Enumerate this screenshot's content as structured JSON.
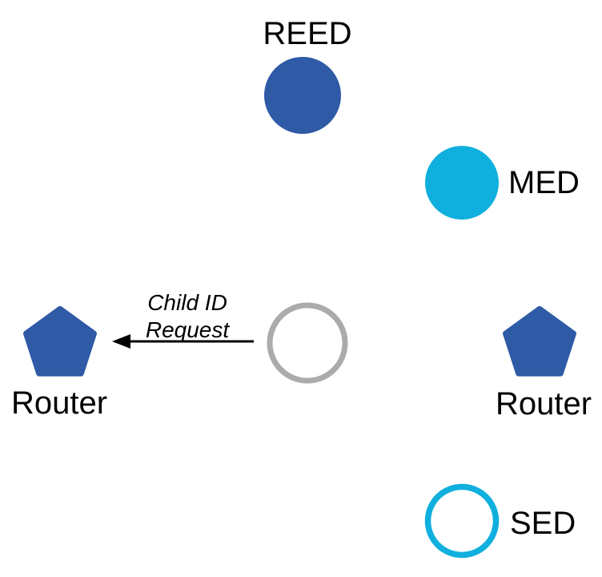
{
  "diagram": {
    "nodes": {
      "reed": {
        "label": "REED",
        "shape": "circle",
        "fill": "#2E5AA6"
      },
      "med": {
        "label": "MED",
        "shape": "circle",
        "fill": "#0FAFDE"
      },
      "router_left": {
        "label": "Router",
        "shape": "pentagon",
        "fill": "#2E5AA6"
      },
      "joining_device": {
        "shape": "circle-outline",
        "fill": "#FFFFFF",
        "stroke": "#ABABAB"
      },
      "router_right": {
        "label": "Router",
        "shape": "pentagon",
        "fill": "#2E5AA6"
      },
      "sed": {
        "label": "SED",
        "shape": "circle-outline",
        "fill": "#FFFFFF",
        "stroke": "#0FAFDE"
      }
    },
    "message": {
      "label": "Child ID\nRequest",
      "direction": "left",
      "arrow_color": "#000000"
    },
    "colors": {
      "router_blue": "#2E5AA6",
      "end_device_cyan": "#0FAFDE",
      "joining_gray": "#ABABAB",
      "label_black": "#000000",
      "background": "#FFFFFF"
    }
  }
}
